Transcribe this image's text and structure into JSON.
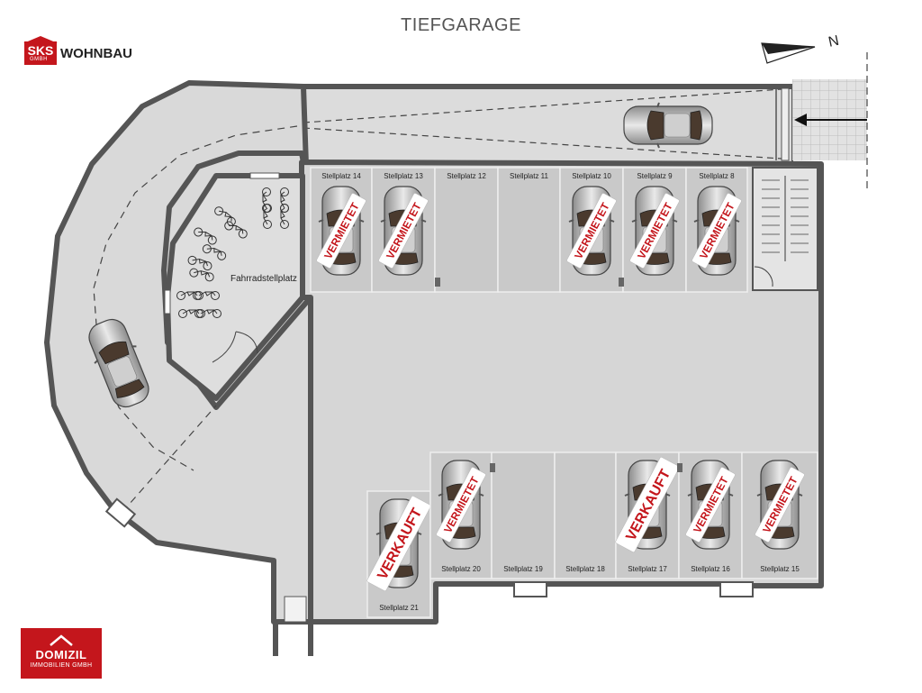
{
  "title": "TIEFGARAGE",
  "north_label": "N",
  "bike_area_label": "Fahrradstellplatz",
  "sks_logo": {
    "badge": "SKS",
    "word": "WOHNBAU",
    "gmbh": "GMBH",
    "color": "#c4161c"
  },
  "domizil_logo": {
    "name": "DOMIZIL",
    "subtitle": "IMMOBILIEN GMBH",
    "color": "#c4161c"
  },
  "colors": {
    "floor": "#d9d9d9",
    "space": "#c9c9c9",
    "wall": "#555555",
    "stamp": "#c4161c"
  },
  "parking_spaces": [
    {
      "label": "Stellplatz  14",
      "status": "VERMIETET",
      "car": true
    },
    {
      "label": "Stellplatz  13",
      "status": "VERMIETET",
      "car": true
    },
    {
      "label": "Stellplatz  12",
      "status": "",
      "car": false
    },
    {
      "label": "Stellplatz  11",
      "status": "",
      "car": false
    },
    {
      "label": "Stellplatz  10",
      "status": "VERMIETET",
      "car": true
    },
    {
      "label": "Stellplatz  9",
      "status": "VERMIETET",
      "car": true
    },
    {
      "label": "Stellplatz  8",
      "status": "VERMIETET",
      "car": true
    },
    {
      "label": "Stellplatz  21",
      "status": "VERKAUFT",
      "car": true
    },
    {
      "label": "Stellplatz  20",
      "status": "VERMIETET",
      "car": true
    },
    {
      "label": "Stellplatz  19",
      "status": "",
      "car": false
    },
    {
      "label": "Stellplatz  18",
      "status": "",
      "car": false
    },
    {
      "label": "Stellplatz  17",
      "status": "VERKAUFT",
      "car": true
    },
    {
      "label": "Stellplatz  16",
      "status": "VERMIETET",
      "car": true
    },
    {
      "label": "Stellplatz  15",
      "status": "VERMIETET",
      "car": true
    }
  ]
}
